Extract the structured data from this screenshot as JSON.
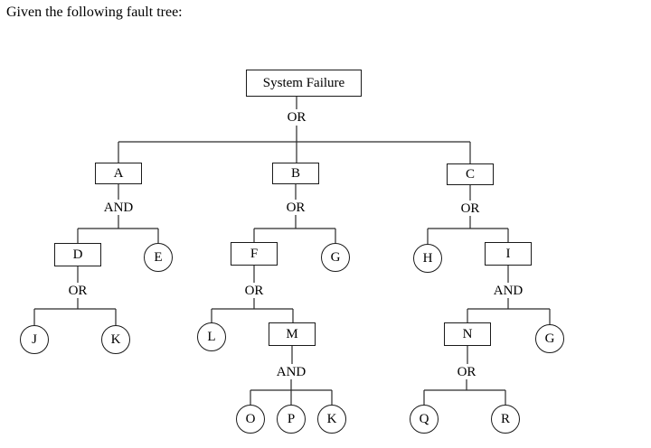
{
  "title": "Given the following fault tree:",
  "tree": {
    "root": {
      "label": "System Failure"
    },
    "gates": {
      "root": "OR",
      "a": "AND",
      "b": "OR",
      "c": "OR",
      "d": "OR",
      "f": "OR",
      "i": "AND",
      "m": "AND",
      "n": "OR"
    },
    "boxes": {
      "a": "A",
      "b": "B",
      "c": "C",
      "d": "D",
      "f": "F",
      "i": "I",
      "m": "M",
      "n": "N"
    },
    "circles": {
      "e": "E",
      "g1": "G",
      "h": "H",
      "j": "J",
      "k1": "K",
      "l": "L",
      "g2": "G",
      "o": "O",
      "p": "P",
      "k2": "K",
      "q": "Q",
      "r": "R"
    }
  }
}
